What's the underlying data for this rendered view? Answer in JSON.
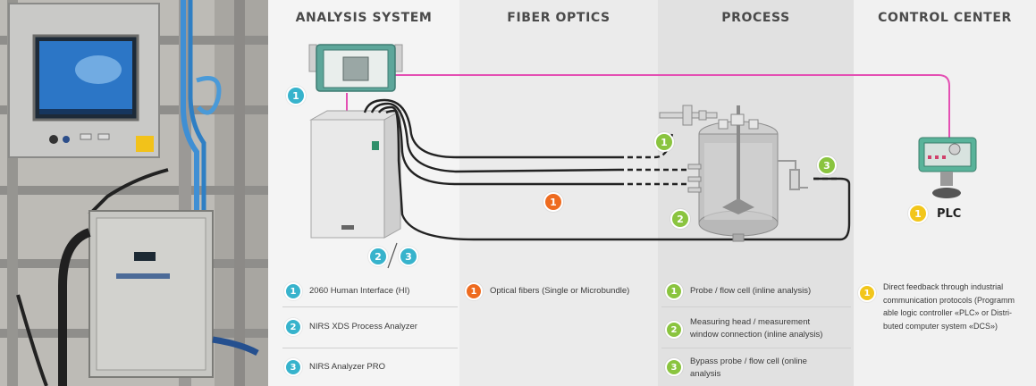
{
  "columns": [
    {
      "title": "ANALYSIS SYSTEM"
    },
    {
      "title": "FIBER OPTICS"
    },
    {
      "title": "PROCESS"
    },
    {
      "title": "CONTROL CENTER"
    }
  ],
  "diagram": {
    "plc_label": "PLC",
    "badge_labels": {
      "analysis_top": "1",
      "analysis_bottom_a": "2",
      "analysis_bottom_b": "3",
      "fiber": "1",
      "process_a": "1",
      "process_b": "2",
      "process_c": "3",
      "control": "1"
    }
  },
  "legend": {
    "analysis": [
      {
        "num": "1",
        "text": "2060 Human Interface (HI)"
      },
      {
        "num": "2",
        "text": "NIRS XDS Process Analyzer"
      },
      {
        "num": "3",
        "text": "NIRS Analyzer PRO"
      }
    ],
    "fiber": [
      {
        "num": "1",
        "text": "Optical fibers (Single or Microbundle)"
      }
    ],
    "process": [
      {
        "num": "1",
        "text": "Probe / flow cell (inline analysis)"
      },
      {
        "num": "2",
        "line1": "Measuring head / measurement",
        "line2": "window connection (inline analysis)"
      },
      {
        "num": "3",
        "line1": "Bypass probe / flow cell (online",
        "line2": "analysis"
      }
    ],
    "control": [
      {
        "num": "1",
        "line1": "Direct feedback through industrial",
        "line2": "communication protocols (Programm",
        "line3": "able logic controller «PLC» or Distri-",
        "line4": "buted computer system «DCS»)"
      }
    ]
  },
  "colors": {
    "blue": "#37b3cc",
    "orange": "#ee6b1f",
    "green": "#8ac43f",
    "yellow": "#f2c61b",
    "signal_line": "#e44fb3"
  }
}
